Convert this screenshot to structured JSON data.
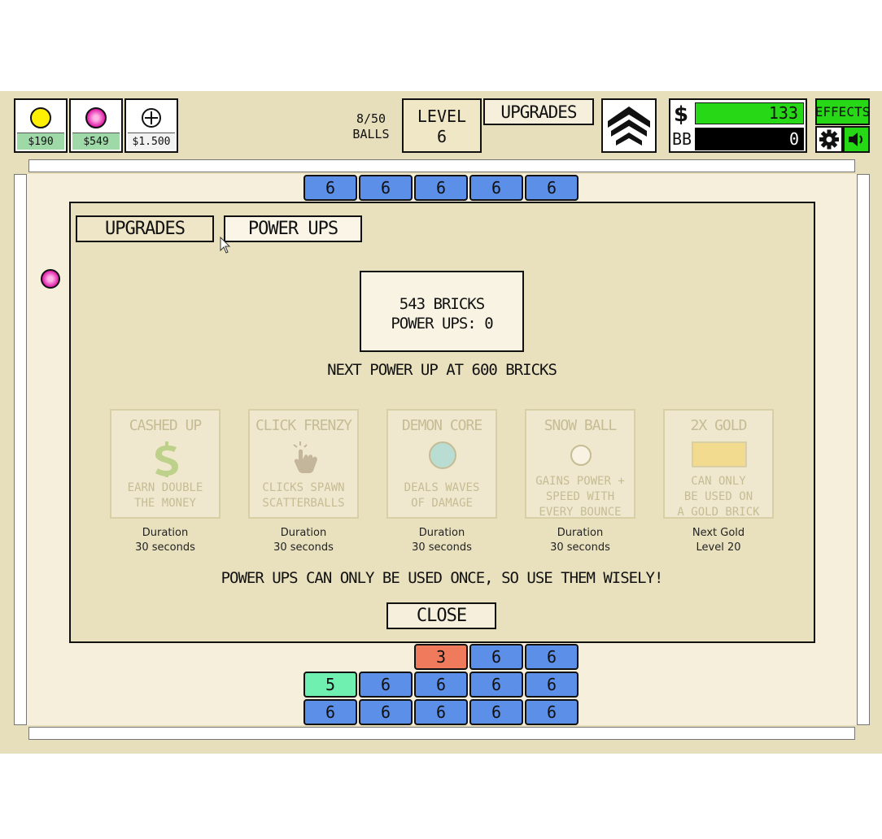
{
  "hud": {
    "shop": [
      {
        "kind": "yellow-ball",
        "price": "$190"
      },
      {
        "kind": "pink-ball",
        "price": "$549"
      },
      {
        "kind": "add-ball",
        "price": "$1.500"
      }
    ],
    "balls_count": "8/50",
    "balls_label": "BALLS",
    "level_label": "LEVEL",
    "level_value": "6",
    "upgrades_label": "UPGRADES",
    "money_symbol": "$",
    "money_value": "133",
    "bb_label": "BB",
    "bb_value": "0",
    "effects_label": "EFFECTS"
  },
  "dialog": {
    "tabs": [
      "UPGRADES",
      "POWER UPS"
    ],
    "stats_line1": "543 BRICKS",
    "stats_line2": "POWER UPS: 0",
    "next_power_up": "NEXT POWER UP AT 600 BRICKS",
    "power_ups": [
      {
        "title": "CASHED UP",
        "desc": [
          "EARN DOUBLE",
          "THE MONEY"
        ],
        "foot": [
          "Duration",
          "30 seconds"
        ]
      },
      {
        "title": "CLICK FRENZY",
        "desc": [
          "CLICKS SPAWN",
          "SCATTERBALLS"
        ],
        "foot": [
          "Duration",
          "30 seconds"
        ]
      },
      {
        "title": "DEMON CORE",
        "desc": [
          "DEALS WAVES",
          "OF DAMAGE"
        ],
        "foot": [
          "Duration",
          "30 seconds"
        ]
      },
      {
        "title": "SNOW BALL",
        "desc": [
          "GAINS POWER +",
          "SPEED WITH",
          "EVERY BOUNCE"
        ],
        "foot": [
          "Duration",
          "30 seconds"
        ]
      },
      {
        "title": "2X GOLD",
        "desc": [
          "CAN ONLY",
          "BE USED ON",
          "A GOLD BRICK"
        ],
        "foot": [
          "Next Gold",
          "Level 20"
        ]
      }
    ],
    "warning": "POWER UPS CAN ONLY BE USED ONCE, SO USE THEM WISELY!",
    "close_label": "CLOSE"
  },
  "bricks": {
    "top_row": [
      "6",
      "6",
      "6",
      "6",
      "6"
    ],
    "bottom_row1": [
      "3",
      "6",
      "6"
    ],
    "bottom_row2": [
      "5",
      "6",
      "6",
      "6",
      "6"
    ],
    "bottom_row3": [
      "6",
      "6",
      "6",
      "6",
      "6"
    ]
  },
  "colors": {
    "brick_blue": "#5b8fe8",
    "brick_orange": "#ef7a5c",
    "brick_green": "#6ff0b0",
    "money_green": "#27d817",
    "ball_yellow": "#ffef00",
    "ball_pink": "#e01aa8"
  }
}
